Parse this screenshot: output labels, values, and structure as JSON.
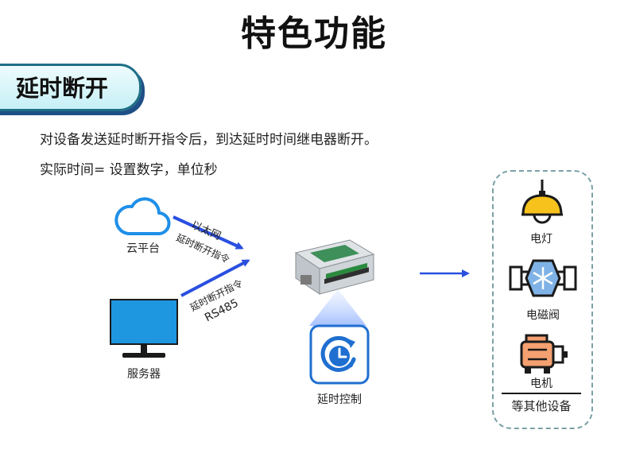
{
  "title": "特色功能",
  "section": {
    "label": "延时断开"
  },
  "description": {
    "line1": "对设备发送延时断开指令后，到达延时时间继电器断开。",
    "line2": "实际时间= 设置数字，单位秒"
  },
  "sources": {
    "cloud": {
      "label": "云平台",
      "icon": "cloud-icon"
    },
    "server": {
      "label": "服务器",
      "icon": "monitor-icon"
    }
  },
  "links": {
    "ethernet_label": "以太网",
    "ethernet_cmd": "延时断开指令",
    "rs485_cmd": "延时断开指令",
    "rs485_label": "RS485"
  },
  "controller": {
    "icon": "relay-controller-icon"
  },
  "function": {
    "label": "延时控制",
    "icon": "timer-icon"
  },
  "devices": {
    "items": [
      {
        "label": "电灯",
        "icon": "lamp-icon"
      },
      {
        "label": "电磁阀",
        "icon": "valve-icon"
      },
      {
        "label": "电机",
        "icon": "motor-icon"
      }
    ],
    "more_label": "等其他设备"
  },
  "colors": {
    "arrow": "#2a4fe0",
    "cloud": "#1e8fe8",
    "monitor": "#1f96e0",
    "accent_yellow": "#f6c21b",
    "tab_border": "#1e6f86"
  }
}
